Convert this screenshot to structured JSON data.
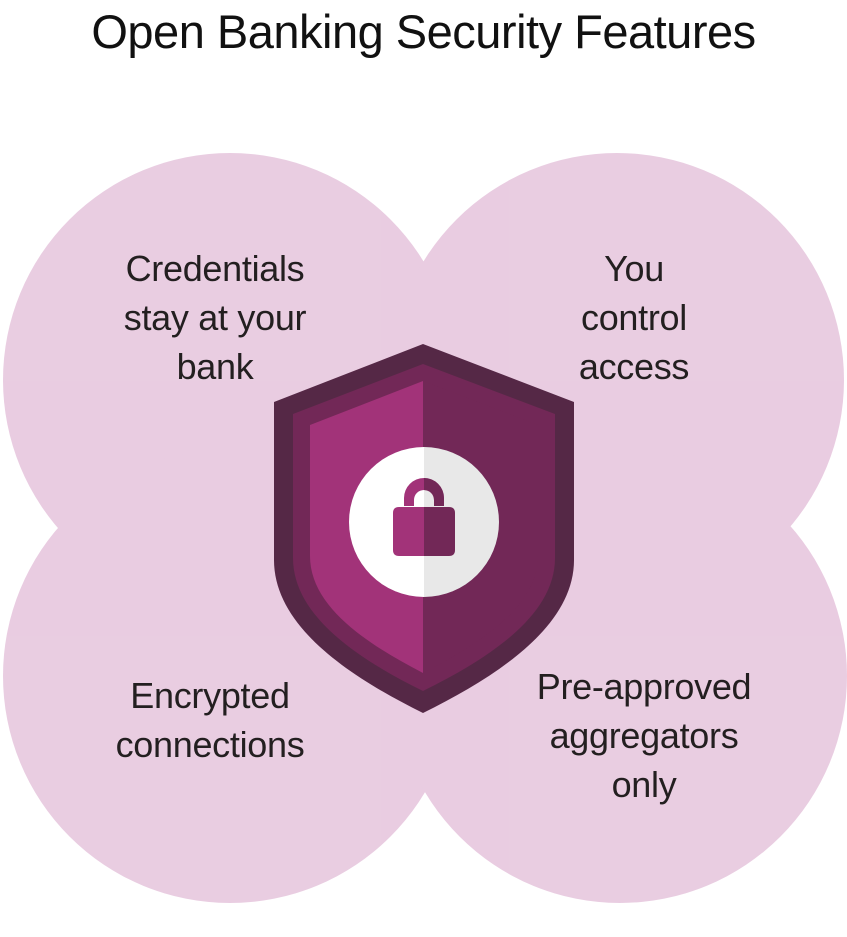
{
  "title": "Open Banking Security Features",
  "colors": {
    "circle_fill": "#ecd6e6",
    "circle_overlap": "#ddb5d0",
    "shield_outer": "#552846",
    "shield_mid": "#722857",
    "shield_left": "#a23379",
    "shield_right": "#722857",
    "lock_circle_left": "#ffffff",
    "lock_circle_right": "#e8e8e8",
    "text": "#231f20"
  },
  "center_icon": "shield-lock-icon",
  "features": [
    {
      "position": "top-left",
      "lines": [
        "Credentials",
        "stay at your",
        "bank"
      ]
    },
    {
      "position": "top-right",
      "lines": [
        "You",
        "control",
        "access"
      ]
    },
    {
      "position": "bottom-left",
      "lines": [
        "Encrypted",
        "connections"
      ]
    },
    {
      "position": "bottom-right",
      "lines": [
        "Pre-approved",
        "aggregators",
        "only"
      ]
    }
  ]
}
